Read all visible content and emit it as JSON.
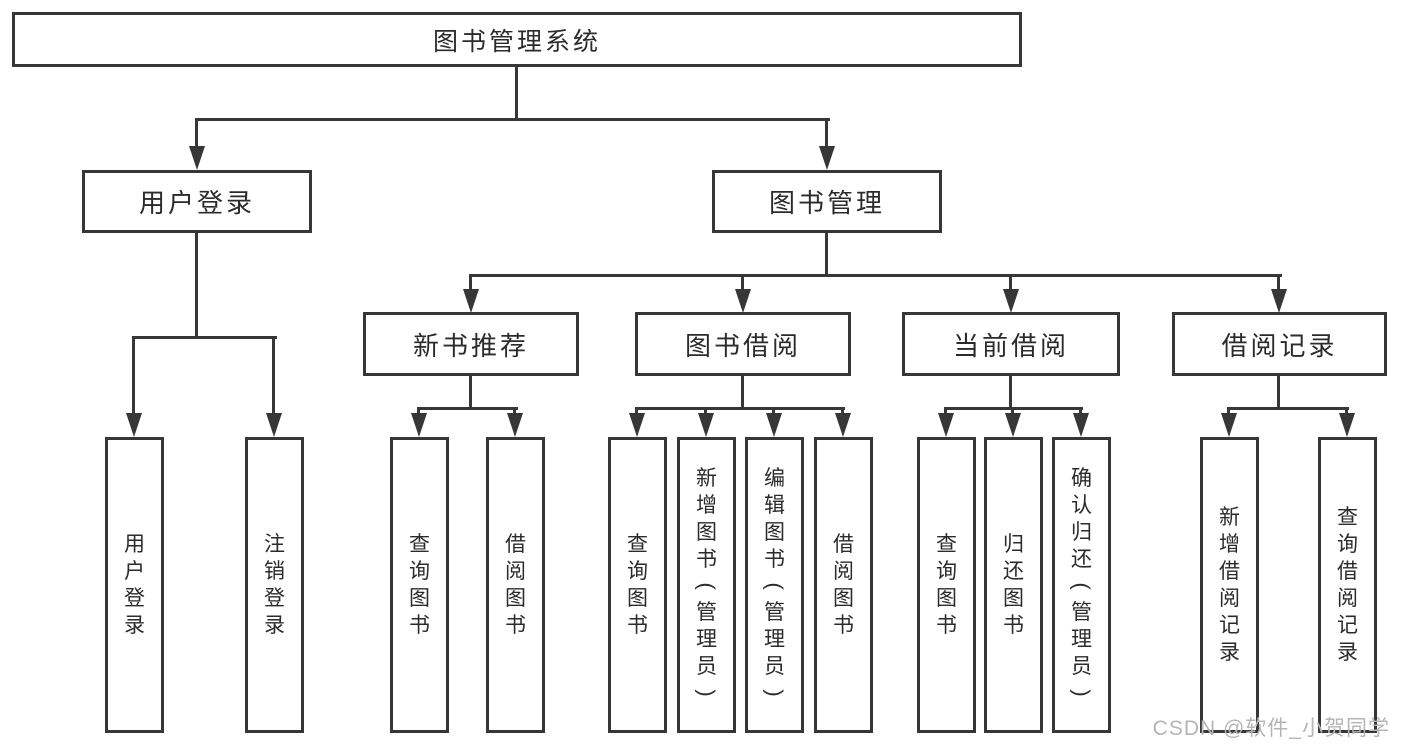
{
  "root": {
    "label": "图书管理系统"
  },
  "branches": {
    "user_login": {
      "label": "用户登录",
      "children": [
        {
          "label": "用户登录"
        },
        {
          "label": "注销登录"
        }
      ]
    },
    "book_mgmt": {
      "label": "图书管理",
      "sections": [
        {
          "label": "新书推荐",
          "children": [
            {
              "label": "查询图书"
            },
            {
              "label": "借阅图书"
            }
          ]
        },
        {
          "label": "图书借阅",
          "children": [
            {
              "label": "查询图书"
            },
            {
              "label": "新增图书（管理员）"
            },
            {
              "label": "编辑图书（管理员）"
            },
            {
              "label": "借阅图书"
            }
          ]
        },
        {
          "label": "当前借阅",
          "children": [
            {
              "label": "查询图书"
            },
            {
              "label": "归还图书"
            },
            {
              "label": "确认归还（管理员）"
            }
          ]
        },
        {
          "label": "借阅记录",
          "children": [
            {
              "label": "新增借阅记录"
            },
            {
              "label": "查询借阅记录"
            }
          ]
        }
      ]
    }
  },
  "watermark": {
    "text": "CSDN @软件_小贺同学"
  },
  "colors": {
    "line": "#373737",
    "text": "#2b2b2b",
    "watermark": "#b5b5b5",
    "background": "#ffffff"
  }
}
